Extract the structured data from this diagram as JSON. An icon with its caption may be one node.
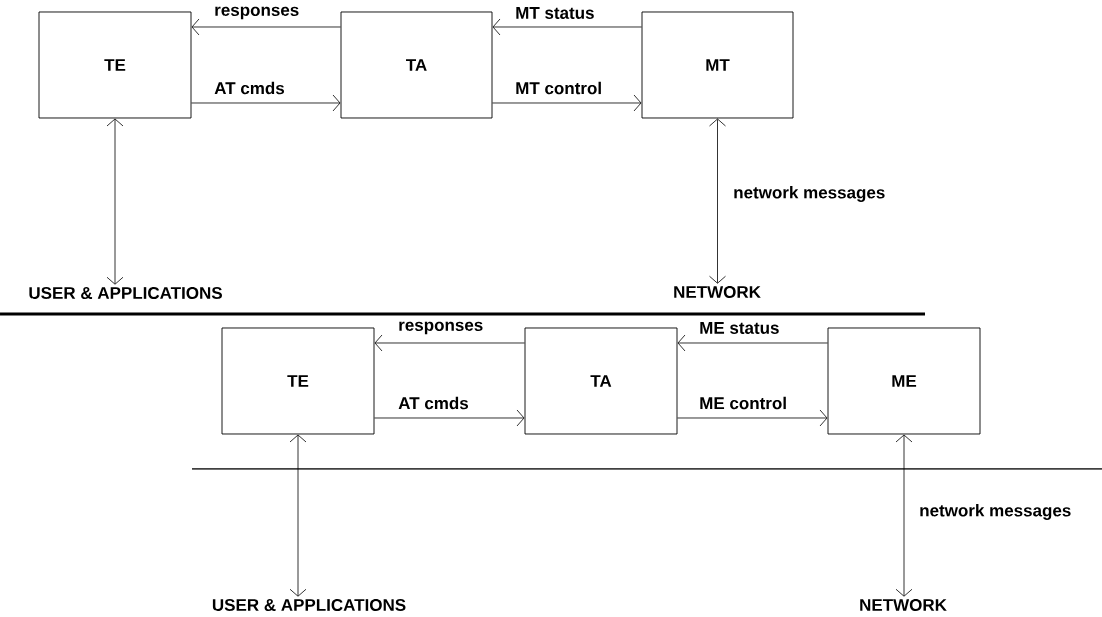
{
  "diagram": {
    "nodes": [
      {
        "text": [
          "TE"
        ]
      },
      {
        "text": [
          "TA"
        ]
      },
      {
        "text": [
          "MT"
        ]
      },
      {
        "text": [
          "USER & APPLICATIONS"
        ]
      },
      {
        "text": [
          "NETWORK"
        ]
      },
      {
        "text": [
          "TE"
        ]
      },
      {
        "text": [
          "TA"
        ]
      },
      {
        "text": [
          "ME"
        ]
      },
      {
        "text": [
          "USER & APPLICATIONS"
        ]
      },
      {
        "text": [
          "NETWORK"
        ]
      }
    ],
    "edges": [
      {
        "from": 1,
        "to": 0,
        "arrow": "to",
        "label": "responses"
      },
      {
        "from": 0,
        "to": 1,
        "arrow": "to",
        "label": "AT cmds"
      },
      {
        "from": 2,
        "to": 1,
        "arrow": "to",
        "label": "MT status"
      },
      {
        "from": 1,
        "to": 2,
        "arrow": "to",
        "label": "MT control"
      },
      {
        "from": 0,
        "to": 3,
        "arrow": "both"
      },
      {
        "from": 2,
        "to": 4,
        "arrow": "both",
        "label": "network messages"
      },
      {
        "from": 6,
        "to": 5,
        "arrow": "to",
        "label": "responses"
      },
      {
        "from": 5,
        "to": 6,
        "arrow": "to",
        "label": "AT cmds"
      },
      {
        "from": 7,
        "to": 6,
        "arrow": "to",
        "label": "ME status"
      },
      {
        "from": 6,
        "to": 7,
        "arrow": "to",
        "label": "ME control"
      },
      {
        "from": 5,
        "to": 8,
        "arrow": "both"
      },
      {
        "from": 7,
        "to": 9,
        "arrow": "both",
        "label": "network messages"
      }
    ]
  }
}
